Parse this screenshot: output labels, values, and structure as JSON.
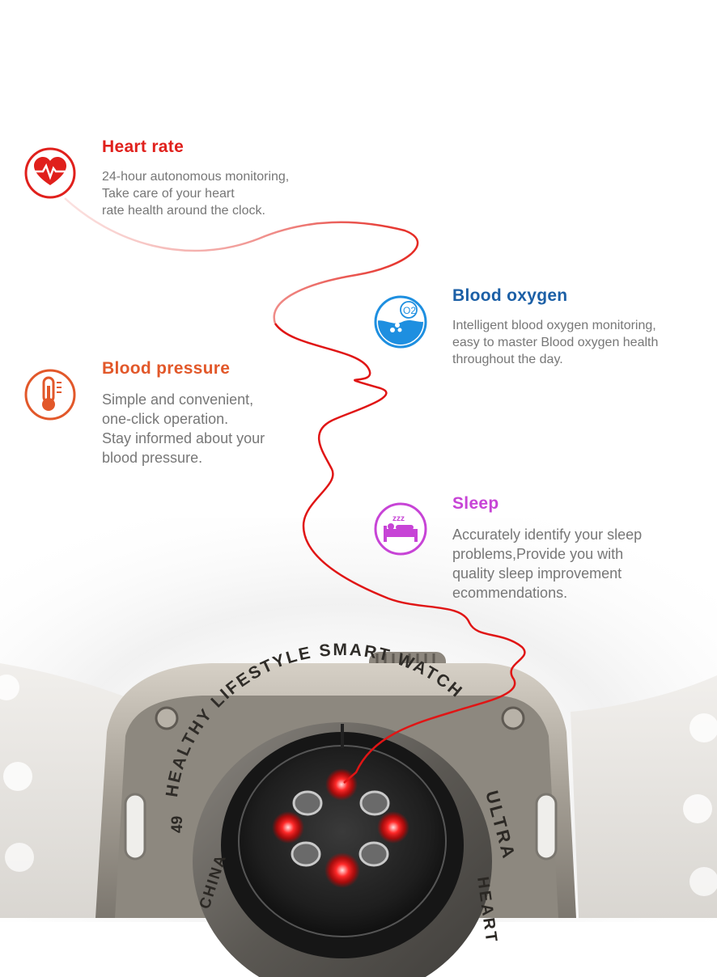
{
  "features": {
    "heart_rate": {
      "title": "Heart rate",
      "desc": "24-hour autonomous monitoring,\nTake care of your heart\nrate health around the clock.",
      "color": "#e0201c",
      "icon": "heart-pulse-icon"
    },
    "blood_oxygen": {
      "title": "Blood oxygen",
      "desc": "Intelligent blood oxygen monitoring,\neasy to master Blood oxygen health\nthroughout the day.",
      "color": "#1b5fa6",
      "icon": "oxygen-drop-icon",
      "icon_label": "O2"
    },
    "blood_pressure": {
      "title": "Blood pressure",
      "desc": "Simple and convenient,\none-click operation.\nStay informed about your\nblood pressure.",
      "color": "#e2582a",
      "icon": "thermometer-icon"
    },
    "sleep": {
      "title": "Sleep",
      "desc": "Accurately identify your sleep\nproblems,Provide you with\nquality sleep improvement\necommendations.",
      "color": "#c744d6",
      "icon": "sleep-bed-icon",
      "icon_label": "zzz"
    }
  },
  "watch": {
    "ring_text": "HEALTHY LIFESTYLE SMART WATCH",
    "model": "ULTRA",
    "ring_tail": "HEART",
    "size": "49",
    "origin": "CHINA"
  }
}
